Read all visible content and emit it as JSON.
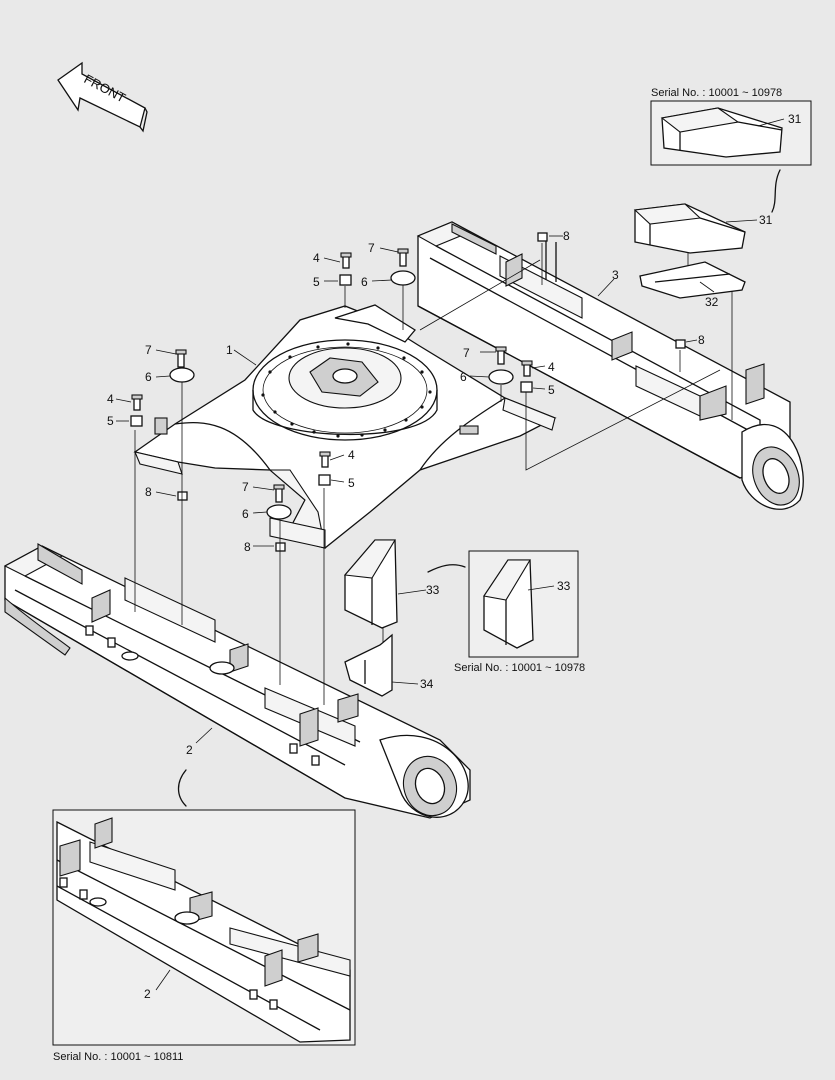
{
  "direction_label": "FRONT",
  "serial_labels": {
    "top_right": "Serial No. : 10001 ~ 10978",
    "middle": "Serial No. : 10001 ~ 10978",
    "bottom": "Serial No. : 10001 ~ 10811"
  },
  "part_labels": {
    "p1": "1",
    "p2": "2",
    "p2_inset": "2",
    "p3": "3",
    "p4_a": "4",
    "p4_b": "4",
    "p4_c": "4",
    "p4_d": "4",
    "p5_a": "5",
    "p5_b": "5",
    "p5_c": "5",
    "p5_d": "5",
    "p6_a": "6",
    "p6_b": "6",
    "p6_c": "6",
    "p6_d": "6",
    "p7_a": "7",
    "p7_b": "7",
    "p7_c": "7",
    "p7_d": "7",
    "p8_a": "8",
    "p8_b": "8",
    "p8_c": "8",
    "p8_d": "8",
    "p31_inset": "31",
    "p31": "31",
    "p32": "32",
    "p33": "33",
    "p33_inset": "33",
    "p34": "34"
  }
}
